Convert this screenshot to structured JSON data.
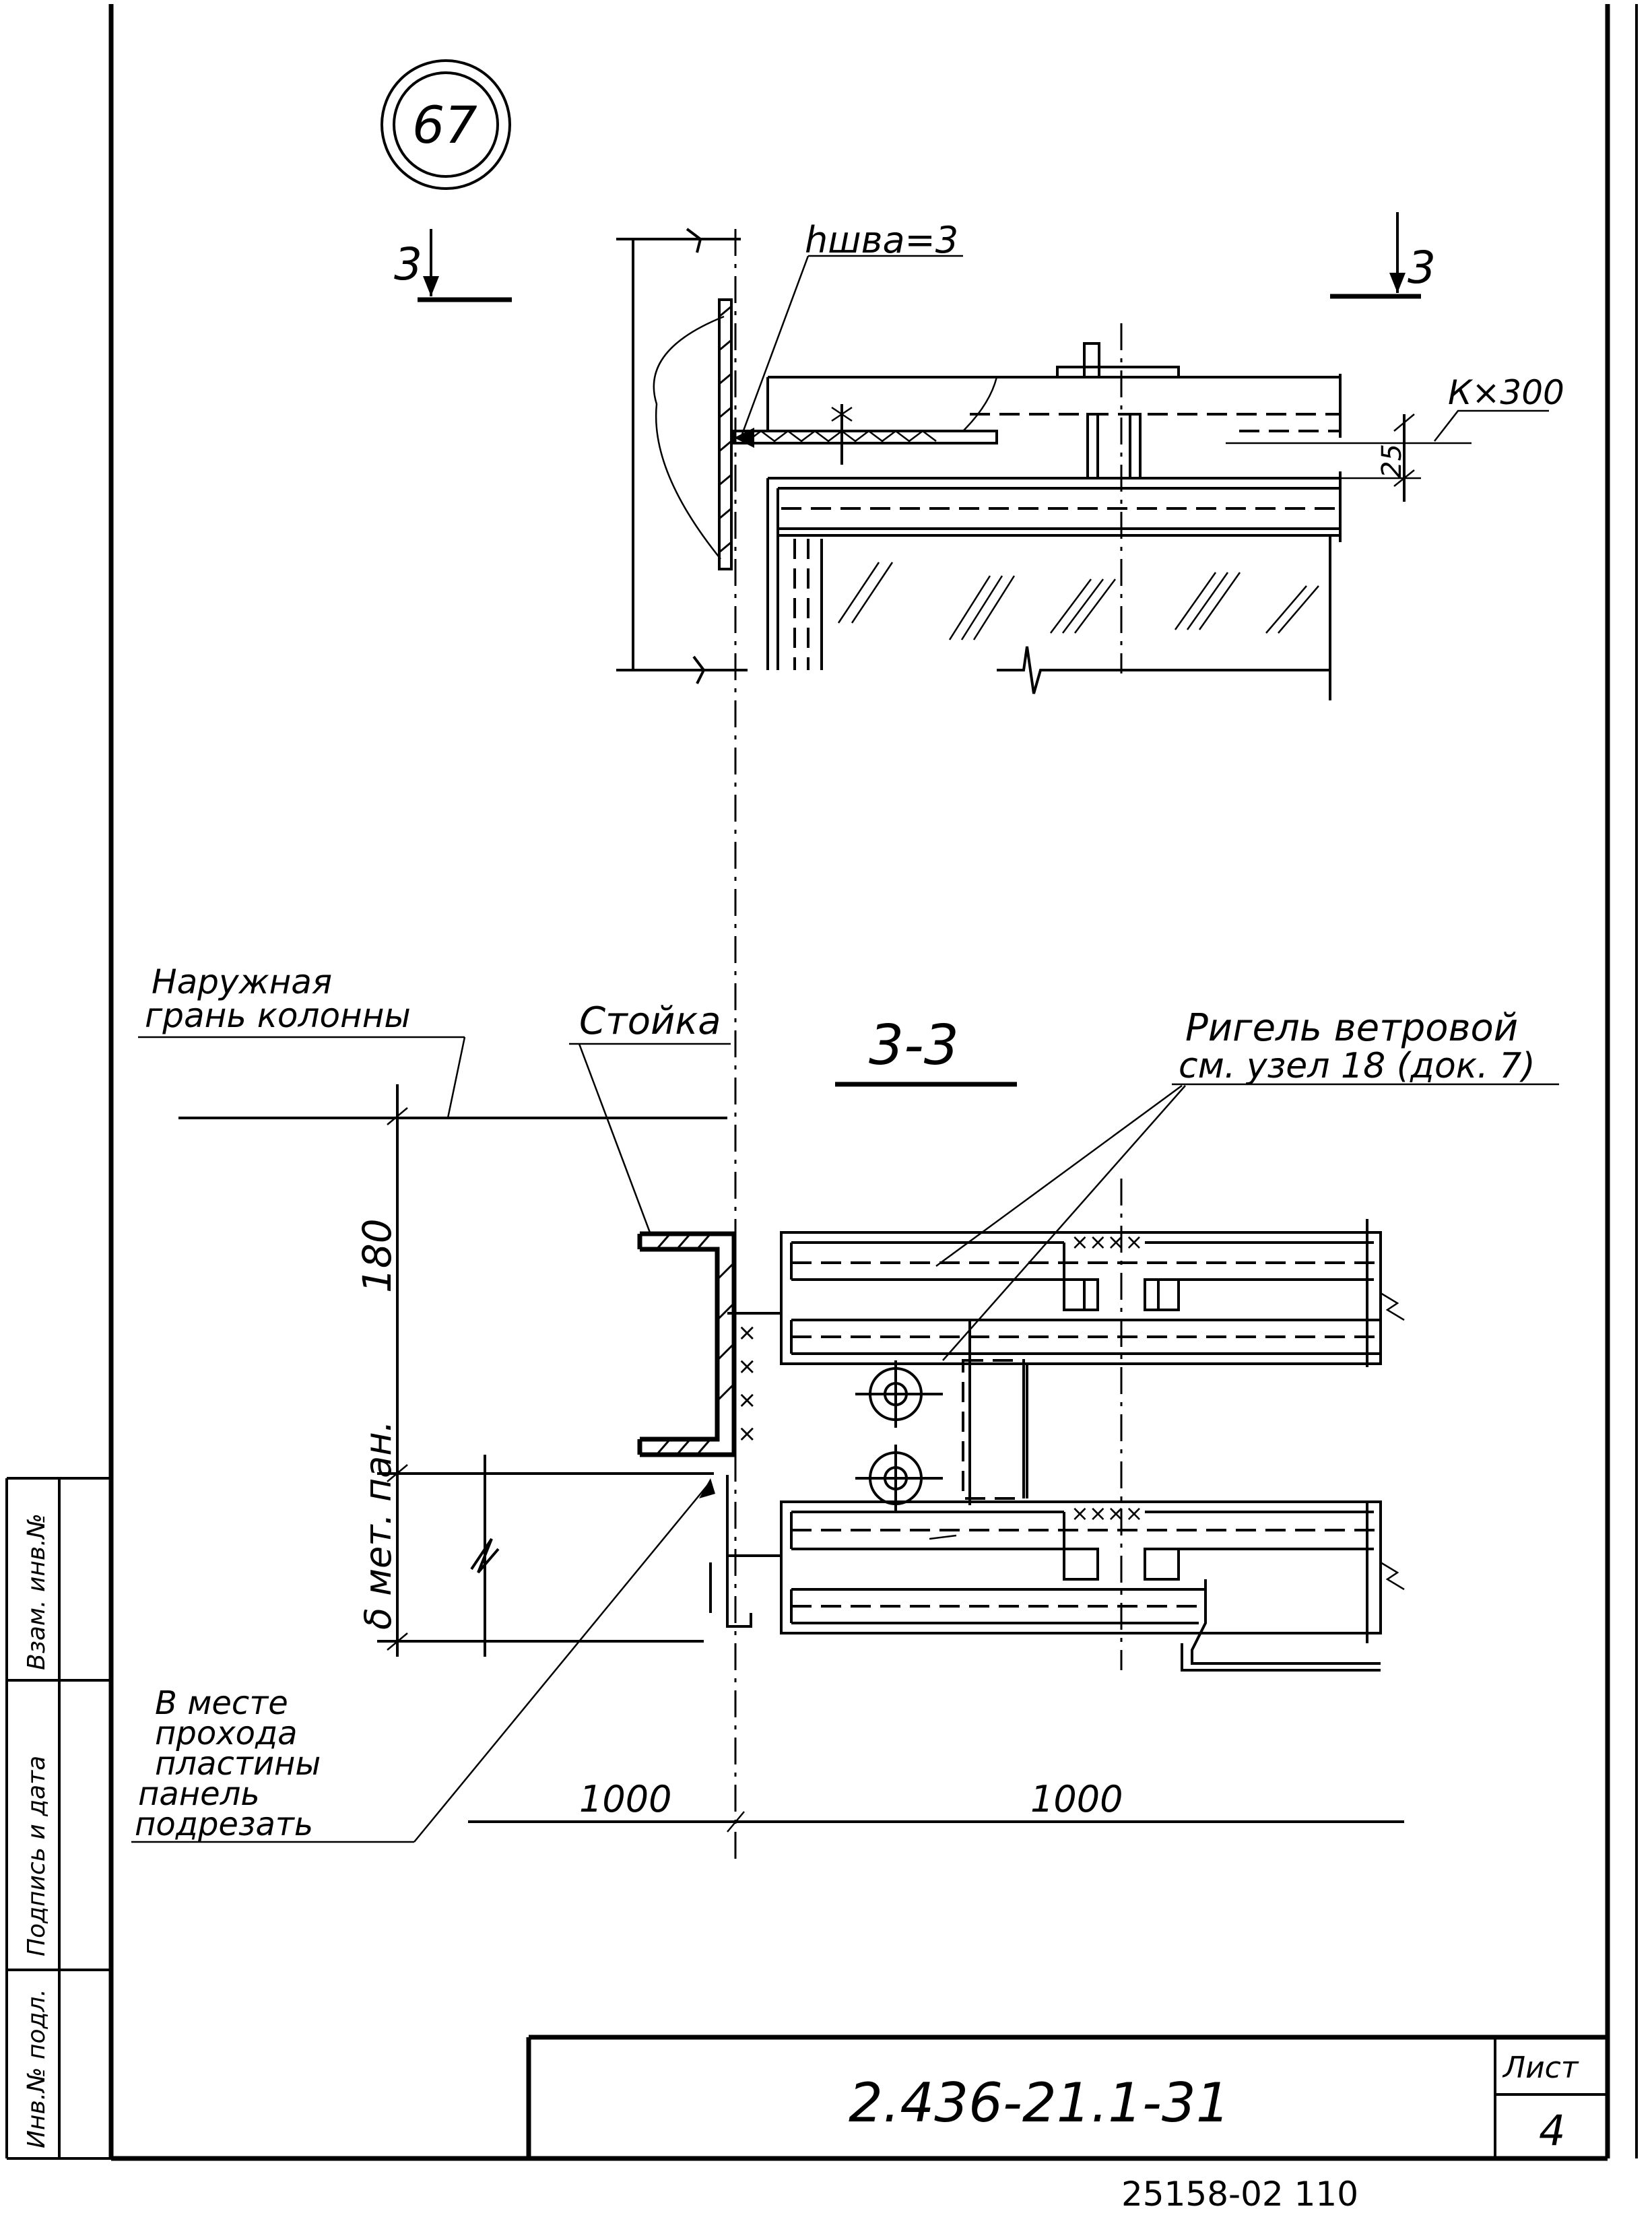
{
  "node": {
    "number": "67"
  },
  "section_mark": {
    "left": "3",
    "right": "3",
    "title": "3-3"
  },
  "weld": {
    "label": "hшва=3",
    "pitch": "К×300"
  },
  "dims": {
    "gap": "25",
    "h180": "180",
    "h_panel": "δ мет. пан.",
    "w_left": "1000",
    "w_right": "1000"
  },
  "labels": {
    "outer_face": [
      "Наружная",
      "грань колонны"
    ],
    "post": "Стойка",
    "rigel": [
      "Ригель ветровой",
      "см. узел 18 (док. 7)"
    ],
    "note": [
      "В месте",
      "прохода",
      "пластины",
      "панель",
      "подрезать"
    ]
  },
  "side_stamp": [
    "Инв.№ подл.",
    "Подпись и дата",
    "Взам. инв.№"
  ],
  "title_block": {
    "doc_code": "2.436-21.1-31",
    "sheet_label": "Лист",
    "sheet_no": "4"
  },
  "archive_no": "25158-02   110"
}
